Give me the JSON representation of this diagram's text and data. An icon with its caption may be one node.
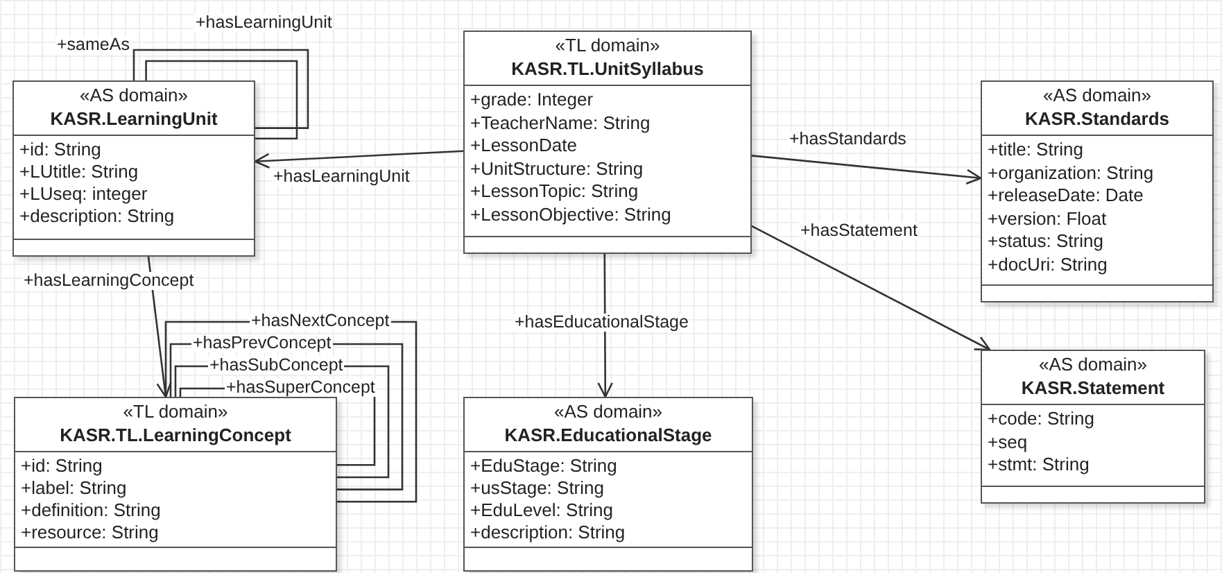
{
  "diagram": {
    "nodes": [
      {
        "text": [
          "«AS domain»",
          "KASR.LearningUnit",
          "+id: String",
          "+LUtitle: String",
          "+LUseq: integer",
          "+description: String"
        ]
      },
      {
        "text": [
          "«TL domain»",
          "KASR.TL.UnitSyllabus",
          "+grade: Integer",
          "+TeacherName: String",
          "+LessonDate",
          "+UnitStructure: String",
          "+LessonTopic: String",
          "+LessonObjective: String"
        ]
      },
      {
        "text": [
          "«AS domain»",
          "KASR.Standards",
          "+title: String",
          "+organization: String",
          "+releaseDate: Date",
          "+version: Float",
          "+status: String",
          "+docUri: String"
        ]
      },
      {
        "text": [
          "«TL domain»",
          "KASR.TL.LearningConcept",
          "+id: String",
          "+label: String",
          "+definition: String",
          "+resource: String"
        ]
      },
      {
        "text": [
          "«AS domain»",
          "KASR.EducationalStage",
          "+EduStage: String",
          "+usStage: String",
          "+EduLevel: String",
          "+description: String"
        ]
      },
      {
        "text": [
          "«AS domain»",
          "KASR.Statement",
          "+code: String",
          "+seq",
          "+stmt: String"
        ]
      }
    ],
    "edges": [
      {
        "from": 0,
        "to": 0,
        "arrow": "none",
        "label": "+sameAs"
      },
      {
        "from": 0,
        "to": 0,
        "arrow": "none",
        "label": "+hasLearningUnit"
      },
      {
        "from": 1,
        "to": 0,
        "arrow": "to",
        "label": "+hasLearningUnit"
      },
      {
        "from": 1,
        "to": 2,
        "arrow": "to",
        "label": "+hasStandards"
      },
      {
        "from": 1,
        "to": 5,
        "arrow": "to",
        "label": "+hasStatement"
      },
      {
        "from": 1,
        "to": 4,
        "arrow": "to",
        "label": "+hasEducationalStage"
      },
      {
        "from": 0,
        "to": 3,
        "arrow": "to",
        "label": "+hasLearningConcept"
      },
      {
        "from": 3,
        "to": 3,
        "arrow": "none",
        "label": "+hasPrevConcept"
      },
      {
        "from": 3,
        "to": 3,
        "arrow": "none",
        "label": "+hasSubConcept"
      },
      {
        "from": 3,
        "to": 3,
        "arrow": "none",
        "label": "+hasSuperConcept"
      },
      {
        "from": 3,
        "to": 3,
        "arrow": "none",
        "label": "+hasNextConcept"
      }
    ]
  }
}
